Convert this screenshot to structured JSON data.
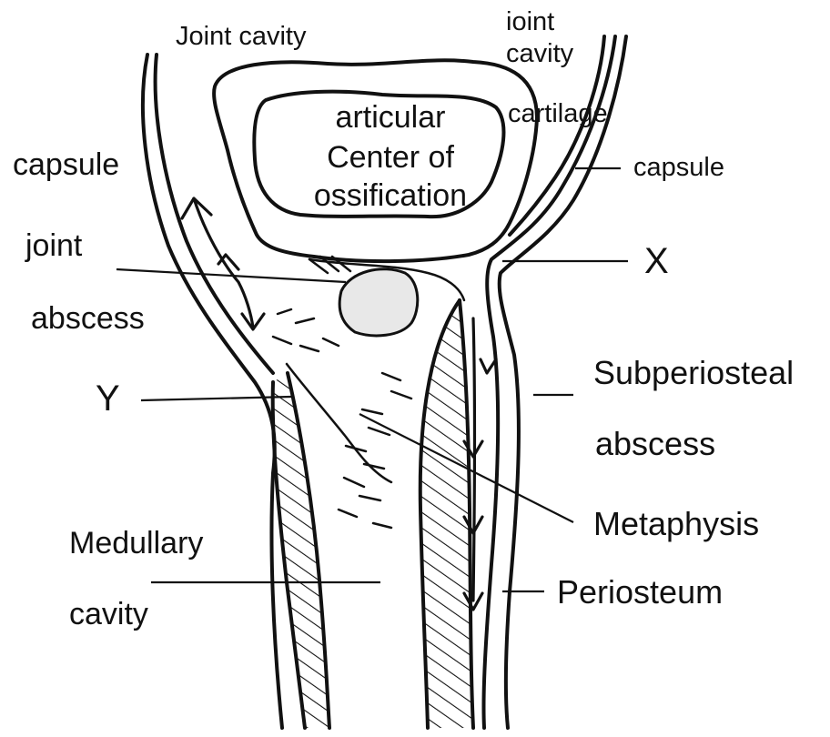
{
  "labels": {
    "joint_cavity_top": "Joint cavity",
    "joint_cavity_right_1": "ioint",
    "joint_cavity_right_2": "cavity",
    "cartilage": "cartilage",
    "capsule_left": "capsule",
    "capsule_right": "capsule",
    "articular_center_1": "articular",
    "articular_center_2": "Center of",
    "articular_center_3": "ossification",
    "joint_abscess_1": "joint",
    "joint_abscess_2": "abscess",
    "x_marker": "X",
    "y_marker": "Y",
    "subperiosteal_1": "Subperiosteal",
    "subperiosteal_2": "abscess",
    "metaphysis": "Metaphysis",
    "medullary_1": "Medullary",
    "medullary_2": "cavity",
    "periosteum": "Periosteum"
  }
}
